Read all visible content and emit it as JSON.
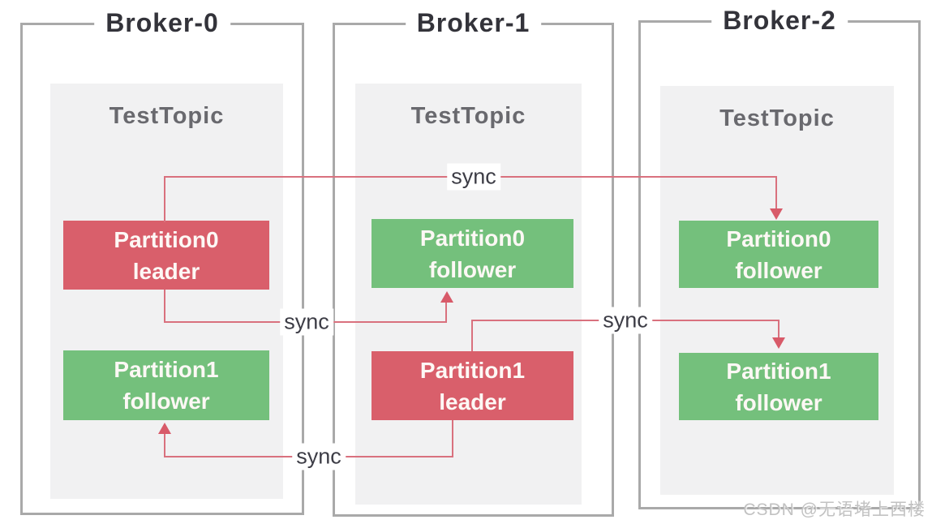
{
  "diagram": {
    "title_note": "Kafka partition replication diagram",
    "brokers": [
      {
        "title": "Broker-0",
        "topic": "TestTopic",
        "partitions": [
          {
            "name": "Partition0",
            "role": "leader"
          },
          {
            "name": "Partition1",
            "role": "follower"
          }
        ]
      },
      {
        "title": "Broker-1",
        "topic": "TestTopic",
        "partitions": [
          {
            "name": "Partition0",
            "role": "follower"
          },
          {
            "name": "Partition1",
            "role": "leader"
          }
        ]
      },
      {
        "title": "Broker-2",
        "topic": "TestTopic",
        "partitions": [
          {
            "name": "Partition0",
            "role": "follower"
          },
          {
            "name": "Partition1",
            "role": "follower"
          }
        ]
      }
    ],
    "connectors": [
      {
        "label": "sync",
        "from": "Broker-0 Partition0 leader",
        "to": "Broker-2 Partition0 follower"
      },
      {
        "label": "sync",
        "from": "Broker-0 Partition0 leader",
        "to": "Broker-1 Partition0 follower"
      },
      {
        "label": "sync",
        "from": "Broker-1 Partition1 leader",
        "to": "Broker-2 Partition1 follower"
      },
      {
        "label": "sync",
        "from": "Broker-1 Partition1 leader",
        "to": "Broker-0 Partition1 follower"
      }
    ],
    "watermark": "CSDN @无语堵上西楼"
  },
  "colors": {
    "leader-bg": "#d95f6b",
    "follower-bg": "#74c07c",
    "partition-text": "#fdf8f5",
    "broker-border": "#a9a9a9",
    "broker-title": "#33333a",
    "topic-bg": "#f1f1f2",
    "topic-title": "#69696e",
    "sync-line": "#d9717e",
    "sync-arrow": "#d85a69",
    "sync-text": "#3d3d46",
    "watermark": "#c2c2c2"
  }
}
